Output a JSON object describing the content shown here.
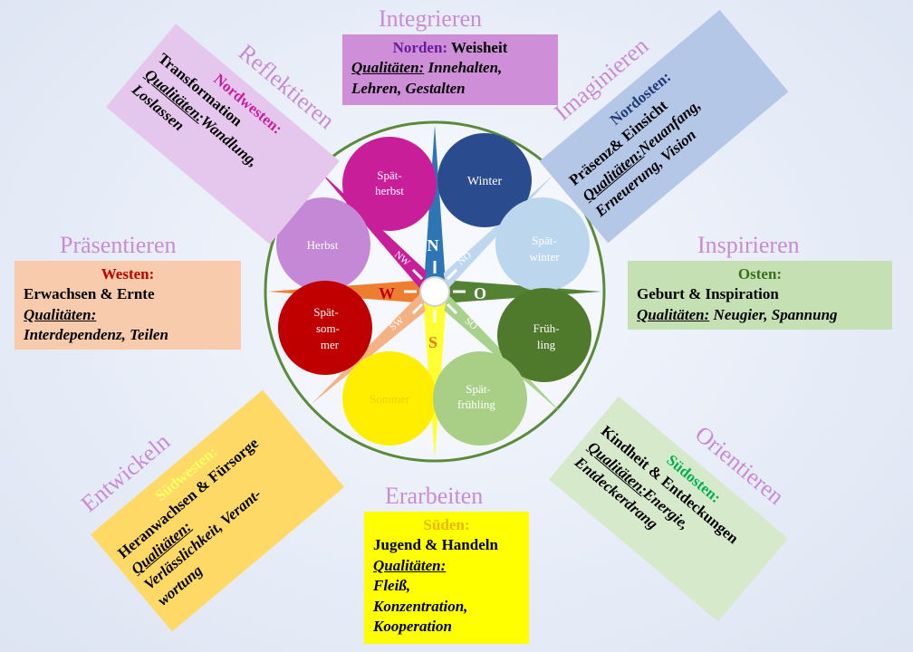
{
  "wheel": {
    "directions": {
      "n": "N",
      "o": "O",
      "s": "S",
      "w": "W",
      "no": "NO",
      "so": "SO",
      "sw": "SW",
      "nw": "NW"
    },
    "seasons": {
      "winter": "Winter",
      "spaetwinter_1": "Spät-",
      "spaetwinter_2": "winter",
      "fruehling_1": "Früh-",
      "fruehling_2": "ling",
      "spaetfruehling_1": "Spät-",
      "spaetfruehling_2": "frühling",
      "sommer": "Sommer",
      "spaetsommer_1": "Spät-",
      "spaetsommer_2": "som-",
      "spaetsommer_3": "mer",
      "herbst": "Herbst",
      "spaetherbst_1": "Spät-",
      "spaetherbst_2": "herbst"
    },
    "colors": {
      "winter": "#2a4b8d",
      "spaetwinter": "#bcd6ee",
      "fruehling": "#4f7a2c",
      "spaetfruehling": "#a9cf86",
      "sommer": "#ffee00",
      "spaetsommer": "#c00000",
      "herbst": "#c488d6",
      "spaetherbst": "#c81e9a"
    }
  },
  "north": {
    "heading": "Integrieren",
    "direction": "Norden:",
    "theme": "Weisheit",
    "qual_label": "Qualitäten:",
    "qual_line1": "Innehalten,",
    "qual_line2": "Lehren, Gestalten",
    "bg": "#cf8fd8",
    "dir_color": "#6a1a9a"
  },
  "northeast": {
    "heading": "Imaginieren",
    "direction": "Nordosten:",
    "line1": "Präsenz& Einsicht",
    "qual_label": "Qualitäten:",
    "qual_rest": "Neuanfang,",
    "line3": "Erneuerung, Vision",
    "bg": "#b4c7e7",
    "dir_color": "#1f3a74"
  },
  "east": {
    "heading": "Inspirieren",
    "direction": "Osten:",
    "theme": "Geburt & Inspiration",
    "qual_label": "Qualitäten:",
    "qual_rest": "Neugier, Spannung",
    "bg": "#c5e0b3",
    "dir_color": "#3c6e1e"
  },
  "southeast": {
    "heading": "Orientieren",
    "direction": "Südosten:",
    "line1": "Kindheit & Entdeckungen",
    "qual_label": "Qualitäten:",
    "qual_rest": "Energie,",
    "line3": "Entdeckerdrang",
    "bg": "#d7e9cb",
    "dir_color": "#00b050"
  },
  "south": {
    "heading": "Erarbeiten",
    "direction": "Süden:",
    "theme": "Jugend & Handeln",
    "qual_label": "Qualitäten:",
    "qual_line1": "Fleiß,",
    "qual_line2": "Konzentration,",
    "qual_line3": "Kooperation",
    "bg": "#ffff00",
    "dir_color": "#e6b800"
  },
  "southwest": {
    "heading": "Entwickeln",
    "direction": "Südwesten:",
    "line1": "Heranwachsen & Fürsorge",
    "qual_label": "Qualitäten:",
    "qual_rest": "",
    "line3": "Verlässlichkeit, Verant-",
    "line4": "wortung",
    "bg": "#ffd966",
    "dir_color": "#ffff66"
  },
  "west": {
    "heading": "Präsentieren",
    "direction": "Westen:",
    "theme": "Erwachsen & Ernte",
    "qual_label": "Qualitäten:",
    "qual_line1": "Interdependenz, Teilen",
    "bg": "#f8cbad",
    "dir_color": "#c00000"
  },
  "northwest": {
    "heading": "Reflektieren",
    "direction": "Nordwesten:",
    "line1": "Transformation",
    "qual_label": "Qualitäten:",
    "qual_rest": "Wandlung,",
    "line3": "Loslassen",
    "bg": "#e5c6ec",
    "dir_color": "#c81e9a"
  }
}
